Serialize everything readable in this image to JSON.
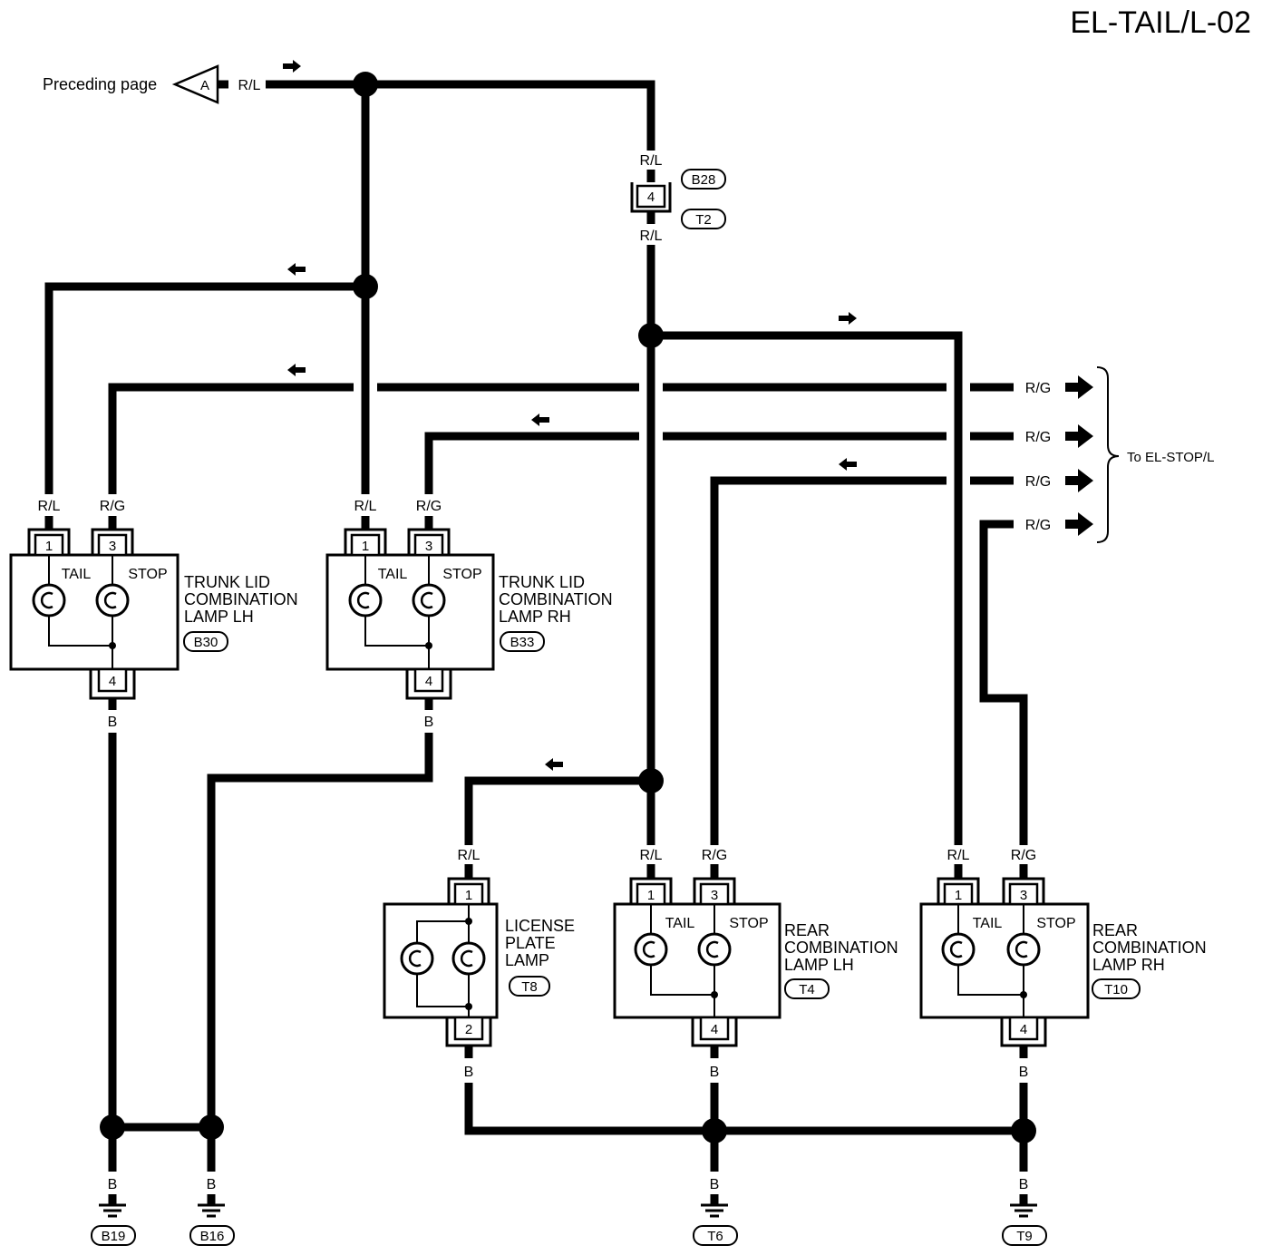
{
  "page_id": "EL-TAIL/L-02",
  "preceding": {
    "label": "Preceding page",
    "connector": "A",
    "wire": "R/L"
  },
  "joint": {
    "wire_in": "R/L",
    "pin": "4",
    "wire_out": "R/L",
    "upper_id": "B28",
    "lower_id": "T2"
  },
  "stop_outputs": {
    "wires": [
      "R/G",
      "R/G",
      "R/G",
      "R/G"
    ],
    "destination": "To EL-STOP/L"
  },
  "trunk_lid_lh": {
    "wire_tail": "R/L",
    "wire_stop": "R/G",
    "pin_tail": "1",
    "pin_stop": "3",
    "bulb_tail": "TAIL",
    "bulb_stop": "STOP",
    "name": [
      "TRUNK LID",
      "COMBINATION",
      "LAMP LH"
    ],
    "connector": "B30",
    "pin_ground": "4",
    "wire_ground": "B"
  },
  "trunk_lid_rh": {
    "wire_tail": "R/L",
    "wire_stop": "R/G",
    "pin_tail": "1",
    "pin_stop": "3",
    "bulb_tail": "TAIL",
    "bulb_stop": "STOP",
    "name": [
      "TRUNK LID",
      "COMBINATION",
      "LAMP RH"
    ],
    "connector": "B33",
    "pin_ground": "4",
    "wire_ground": "B"
  },
  "license_plate": {
    "wire_in": "R/L",
    "pin_in": "1",
    "name": [
      "LICENSE",
      "PLATE",
      "LAMP"
    ],
    "connector": "T8",
    "pin_ground": "2",
    "wire_ground": "B"
  },
  "rear_lh": {
    "wire_tail": "R/L",
    "wire_stop": "R/G",
    "pin_tail": "1",
    "pin_stop": "3",
    "bulb_tail": "TAIL",
    "bulb_stop": "STOP",
    "name": [
      "REAR",
      "COMBINATION",
      "LAMP LH"
    ],
    "connector": "T4",
    "pin_ground": "4",
    "wire_ground": "B"
  },
  "rear_rh": {
    "wire_tail": "R/L",
    "wire_stop": "R/G",
    "pin_tail": "1",
    "pin_stop": "3",
    "bulb_tail": "TAIL",
    "bulb_stop": "STOP",
    "name": [
      "REAR",
      "COMBINATION",
      "LAMP RH"
    ],
    "connector": "T10",
    "pin_ground": "4",
    "wire_ground": "B"
  },
  "grounds": [
    {
      "wire": "B",
      "id": "B19"
    },
    {
      "wire": "B",
      "id": "B16"
    },
    {
      "wire": "B",
      "id": "T6"
    },
    {
      "wire": "B",
      "id": "T9"
    }
  ]
}
